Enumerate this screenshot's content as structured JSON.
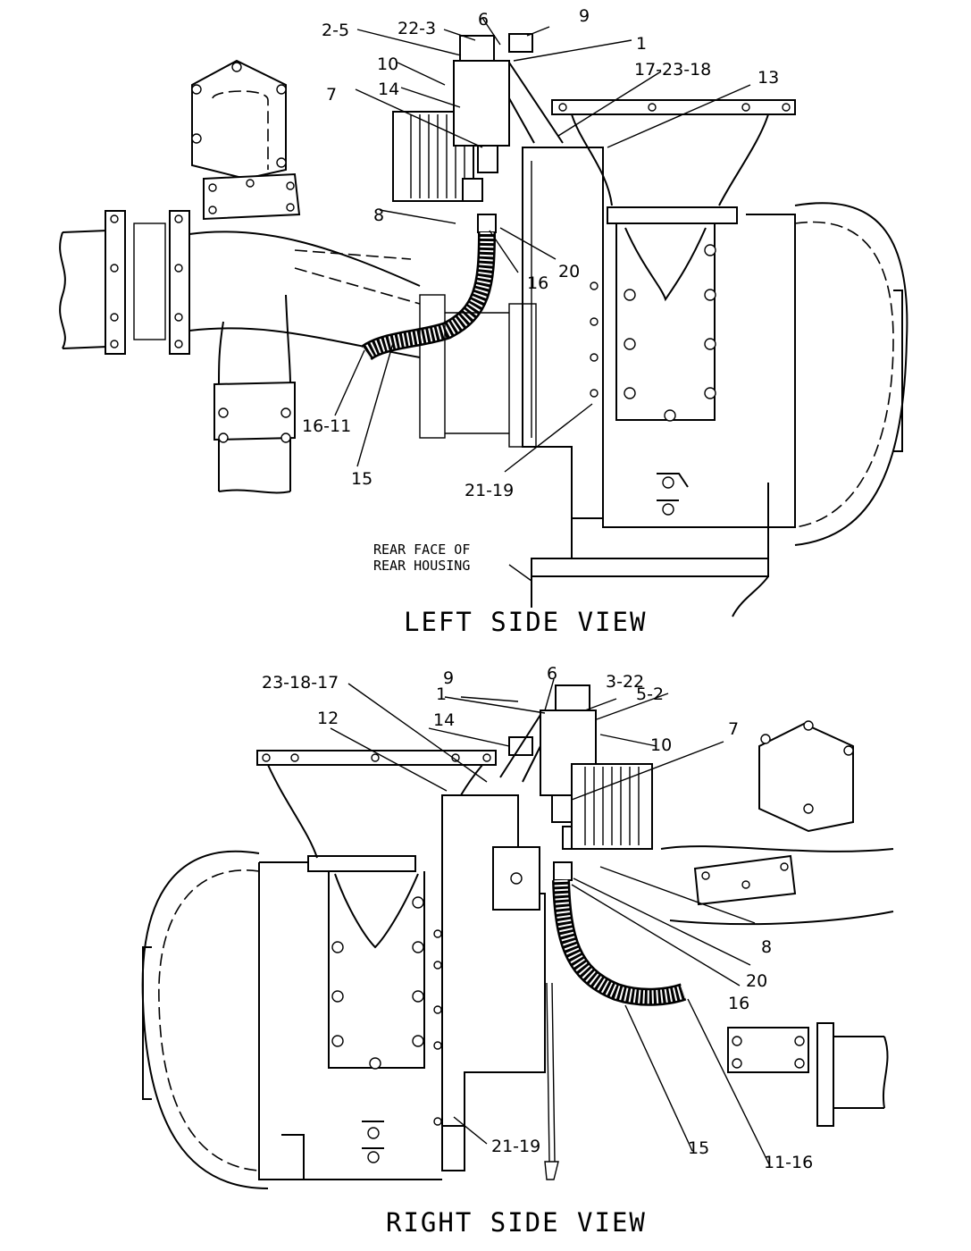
{
  "views": [
    {
      "title": "LEFT SIDE VIEW",
      "note_lines": [
        "REAR FACE OF",
        "REAR HOUSING"
      ],
      "callouts": [
        "2-5",
        "22-3",
        "6",
        "9",
        "1",
        "10",
        "14",
        "7",
        "17-23-18",
        "13",
        "8",
        "16",
        "20",
        "16-11",
        "15",
        "21-19"
      ]
    },
    {
      "title": "RIGHT SIDE VIEW",
      "callouts": [
        "9",
        "6",
        "3-22",
        "23-18-17",
        "1",
        "5-2",
        "12",
        "14",
        "10",
        "7",
        "8",
        "20",
        "16",
        "15",
        "11-16",
        "21-19"
      ]
    }
  ]
}
